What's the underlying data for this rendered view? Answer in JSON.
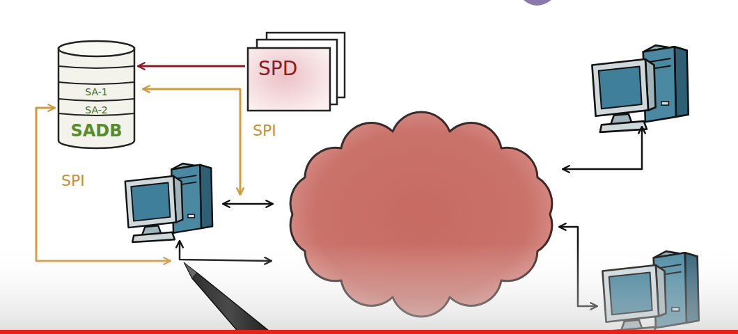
{
  "diagram": {
    "nodes": [
      {
        "text": [
          "SA-1",
          "SA-2",
          "SADB"
        ]
      },
      {
        "text": [
          "SPD"
        ]
      }
    ],
    "edges": [
      {
        "from": 1,
        "to": 0,
        "arrow": "to"
      }
    ],
    "labels": [
      "SPI",
      "SPI"
    ]
  }
}
